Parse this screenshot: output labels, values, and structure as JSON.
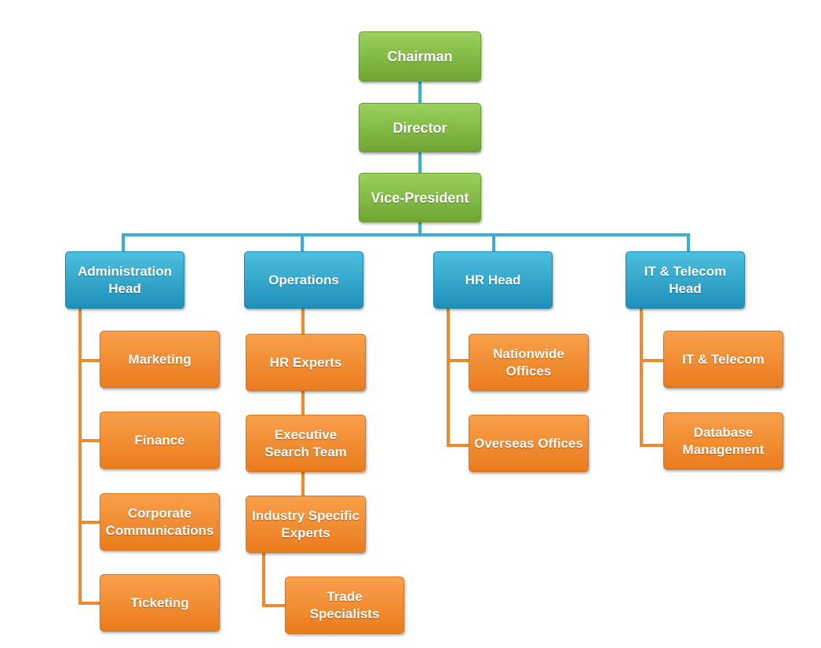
{
  "nodes": {
    "chairman": "Chairman",
    "director": "Director",
    "vice_president": "Vice-President",
    "administration_head": "Administration Head",
    "operations": "Operations",
    "hr_head": "HR Head",
    "it_telecom_head": "IT & Telecom Head",
    "marketing": "Marketing",
    "finance": "Finance",
    "corporate_communications": "Corporate Communications",
    "ticketing": "Ticketing",
    "hr_experts": "HR Experts",
    "executive_search_team": "Executive Search Team",
    "industry_specific_experts": "Industry Specific Experts",
    "trade_specialists": "Trade Specialists",
    "nationwide_offices": "Nationwide Offices",
    "overseas_offices": "Overseas Offices",
    "it_telecom": "IT & Telecom",
    "database_management": "Database Management"
  },
  "colors": {
    "executive": "#7cb342",
    "department_head": "#29a3cc",
    "unit": "#f08a24",
    "connector_blue": "#3cb1cf",
    "connector_orange": "#ee8a2c"
  }
}
